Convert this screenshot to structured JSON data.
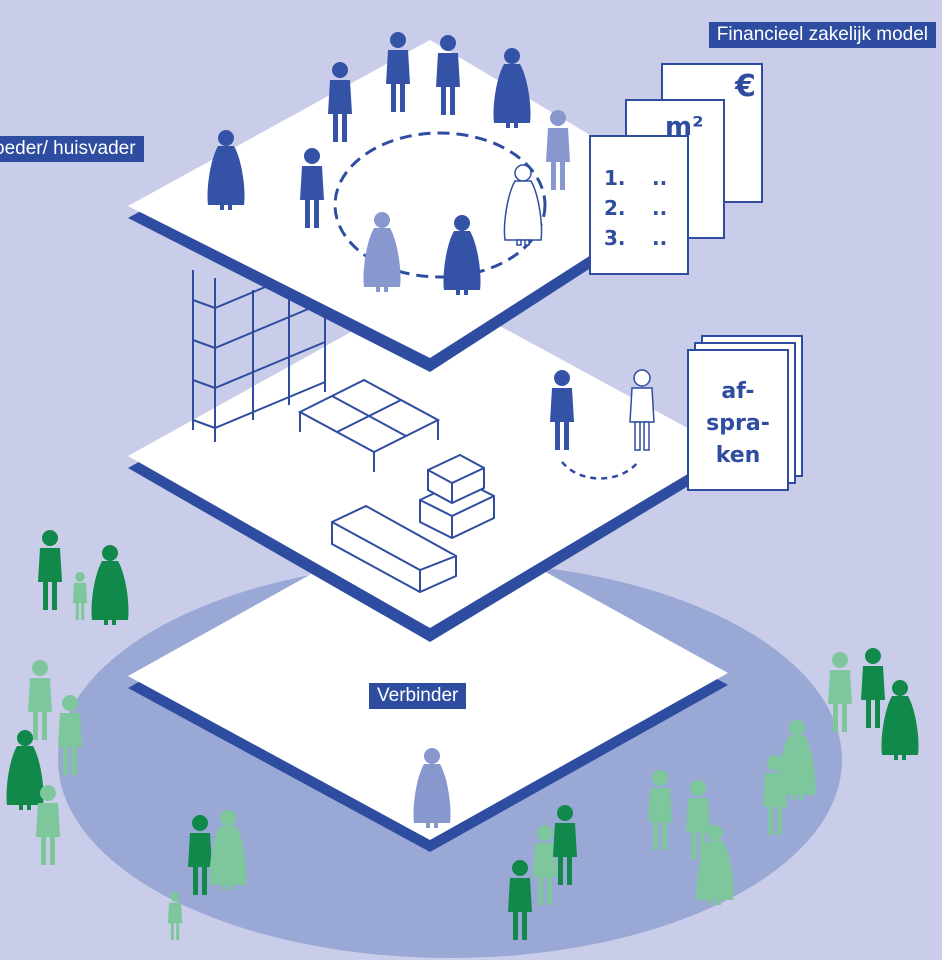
{
  "labels": {
    "financieel": "Financieel zakelijk model",
    "beheerder": "oeder/ huisvader",
    "verbinder": "Verbinder"
  },
  "documents": {
    "euro": "€",
    "m2": "m²",
    "list_items": [
      "1.",
      "2.",
      "3."
    ],
    "list_dots": [
      "..",
      "..",
      ".."
    ],
    "agreements": [
      "af-",
      "spra-",
      "ken"
    ]
  },
  "colors": {
    "background": "#c9cde9",
    "ground_disc": "#9aa8d6",
    "platform_edge": "#2f4da0",
    "person_blue": "#3553a6",
    "person_light": "#8997cf",
    "person_green": "#10894a",
    "person_mint": "#7ec79c"
  }
}
